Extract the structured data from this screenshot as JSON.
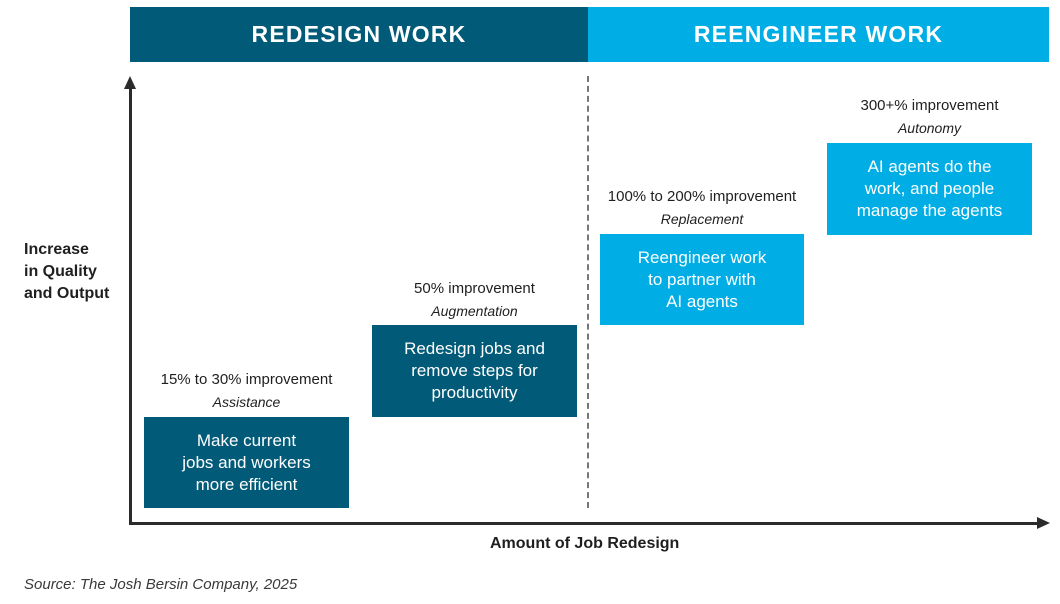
{
  "header": {
    "left_band": {
      "label": "REDESIGN WORK",
      "color": "#005a78"
    },
    "right_band": {
      "label": "REENGINEER WORK",
      "color": "#00aee5"
    }
  },
  "axes": {
    "y_label": [
      "Increase",
      "in Quality",
      "and Output"
    ],
    "x_label": "Amount of Job Redesign"
  },
  "stages": [
    {
      "improvement": "15% to 30% improvement",
      "type": "Assistance",
      "description": [
        "Make current",
        "jobs and workers",
        "more efficient"
      ],
      "color": "#005a78"
    },
    {
      "improvement": "50% improvement",
      "type": "Augmentation",
      "description": [
        "Redesign jobs and",
        "remove steps for",
        "productivity"
      ],
      "color": "#005a78"
    },
    {
      "improvement": "100% to 200% improvement",
      "type": "Replacement",
      "description": [
        "Reengineer work",
        "to partner with",
        "AI agents"
      ],
      "color": "#00aee5"
    },
    {
      "improvement": "300+% improvement",
      "type": "Autonomy",
      "description": [
        "AI agents do the",
        "work, and people",
        "manage the agents"
      ],
      "color": "#00aee5"
    }
  ],
  "source": "Source: The Josh Bersin Company, 2025"
}
